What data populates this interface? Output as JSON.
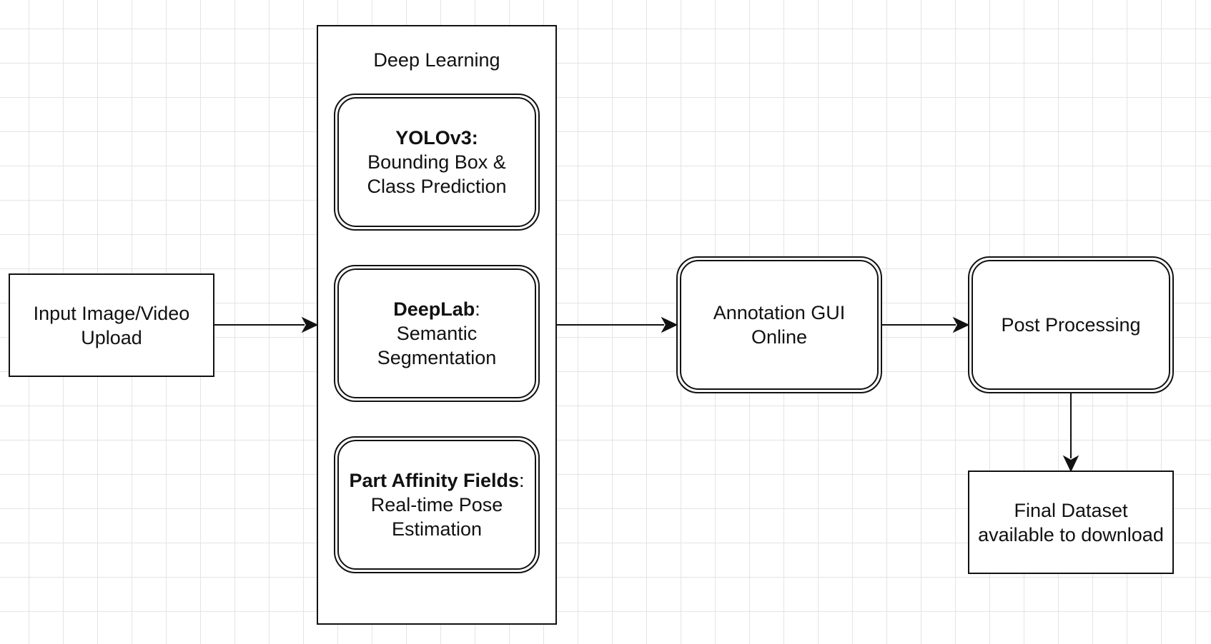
{
  "nodes": {
    "input": {
      "line1": "Input Image/Video",
      "line2": "Upload"
    },
    "deep_learning": {
      "title": "Deep Learning",
      "yolo": {
        "name": "YOLOv3:",
        "line1": "Bounding Box &",
        "line2": "Class Prediction"
      },
      "deeplab": {
        "name": "DeepLab",
        "suffix": ":",
        "line1": "Semantic",
        "line2": "Segmentation"
      },
      "paf": {
        "name": "Part Affinity Fields",
        "suffix": ":",
        "line1": "Real-time Pose",
        "line2": "Estimation"
      }
    },
    "annotation": {
      "line1": "Annotation GUI",
      "line2": "Online"
    },
    "post": {
      "label": "Post Processing"
    },
    "final": {
      "line1": "Final Dataset",
      "line2": "available to download"
    }
  },
  "edges": [
    {
      "from": "input",
      "to": "deep_learning"
    },
    {
      "from": "deep_learning",
      "to": "annotation"
    },
    {
      "from": "annotation",
      "to": "post"
    },
    {
      "from": "post",
      "to": "final"
    }
  ],
  "colors": {
    "stroke": "#111111",
    "grid": "#e4e4e4",
    "background": "#ffffff"
  }
}
